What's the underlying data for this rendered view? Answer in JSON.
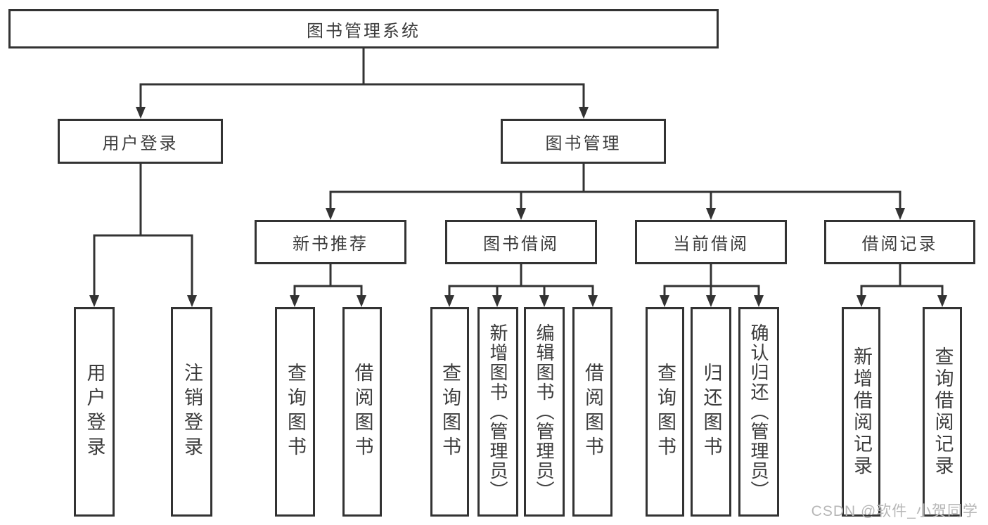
{
  "colors": {
    "line": "#333333",
    "text": "#3c3c3c",
    "background": "#ffffff",
    "watermark": "#b7b7b7"
  },
  "watermark": {
    "text": "CSDN @软件_小贺同学"
  },
  "tree": {
    "root": {
      "label": "图书管理系统"
    },
    "children": [
      {
        "label": "用户登录",
        "children": [
          {
            "label": "用户登录"
          },
          {
            "label": "注销登录"
          }
        ]
      },
      {
        "label": "图书管理",
        "children": [
          {
            "label": "新书推荐",
            "children": [
              {
                "label": "查询图书"
              },
              {
                "label": "借阅图书"
              }
            ]
          },
          {
            "label": "图书借阅",
            "children": [
              {
                "label": "查询图书"
              },
              {
                "label": "新增图书（管理员）"
              },
              {
                "label": "编辑图书（管理员）"
              },
              {
                "label": "借阅图书"
              }
            ]
          },
          {
            "label": "当前借阅",
            "children": [
              {
                "label": "查询图书"
              },
              {
                "label": "归还图书"
              },
              {
                "label": "确认归还（管理员）"
              }
            ]
          },
          {
            "label": "借阅记录",
            "children": [
              {
                "label": "新增借阅记录"
              },
              {
                "label": "查询借阅记录"
              }
            ]
          }
        ]
      }
    ]
  }
}
